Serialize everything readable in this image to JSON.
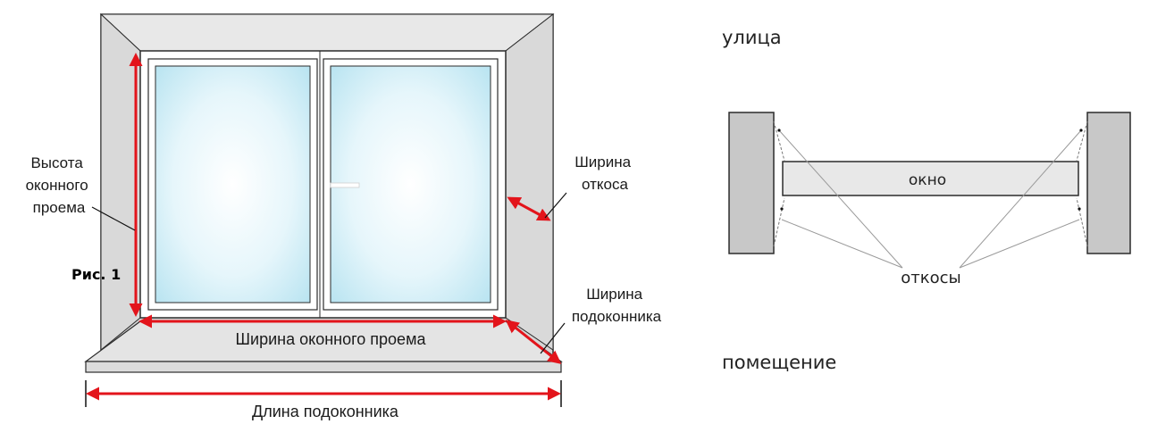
{
  "left_diagram": {
    "height_label": [
      "Высота",
      "оконного",
      "проема"
    ],
    "slope_width_label": [
      "Ширина",
      "откоса"
    ],
    "sill_width_label": [
      "Ширина",
      "подоконника"
    ],
    "opening_width_label": "Ширина оконного проема",
    "sill_length_label": "Длина подоконника",
    "figure_label": "Рис. 1"
  },
  "right_diagram": {
    "street_label": "улица",
    "window_label": "окно",
    "slopes_label": "откосы",
    "room_label": "помещение"
  },
  "colors": {
    "arrow": "#e3141b",
    "frame": "#ffffff",
    "wall": "#d4d4d4",
    "slope": "#e6e6e6",
    "glass_center": "#ffffff",
    "glass_edge": "#bfe7f3",
    "outline": "#2b2b2b"
  }
}
